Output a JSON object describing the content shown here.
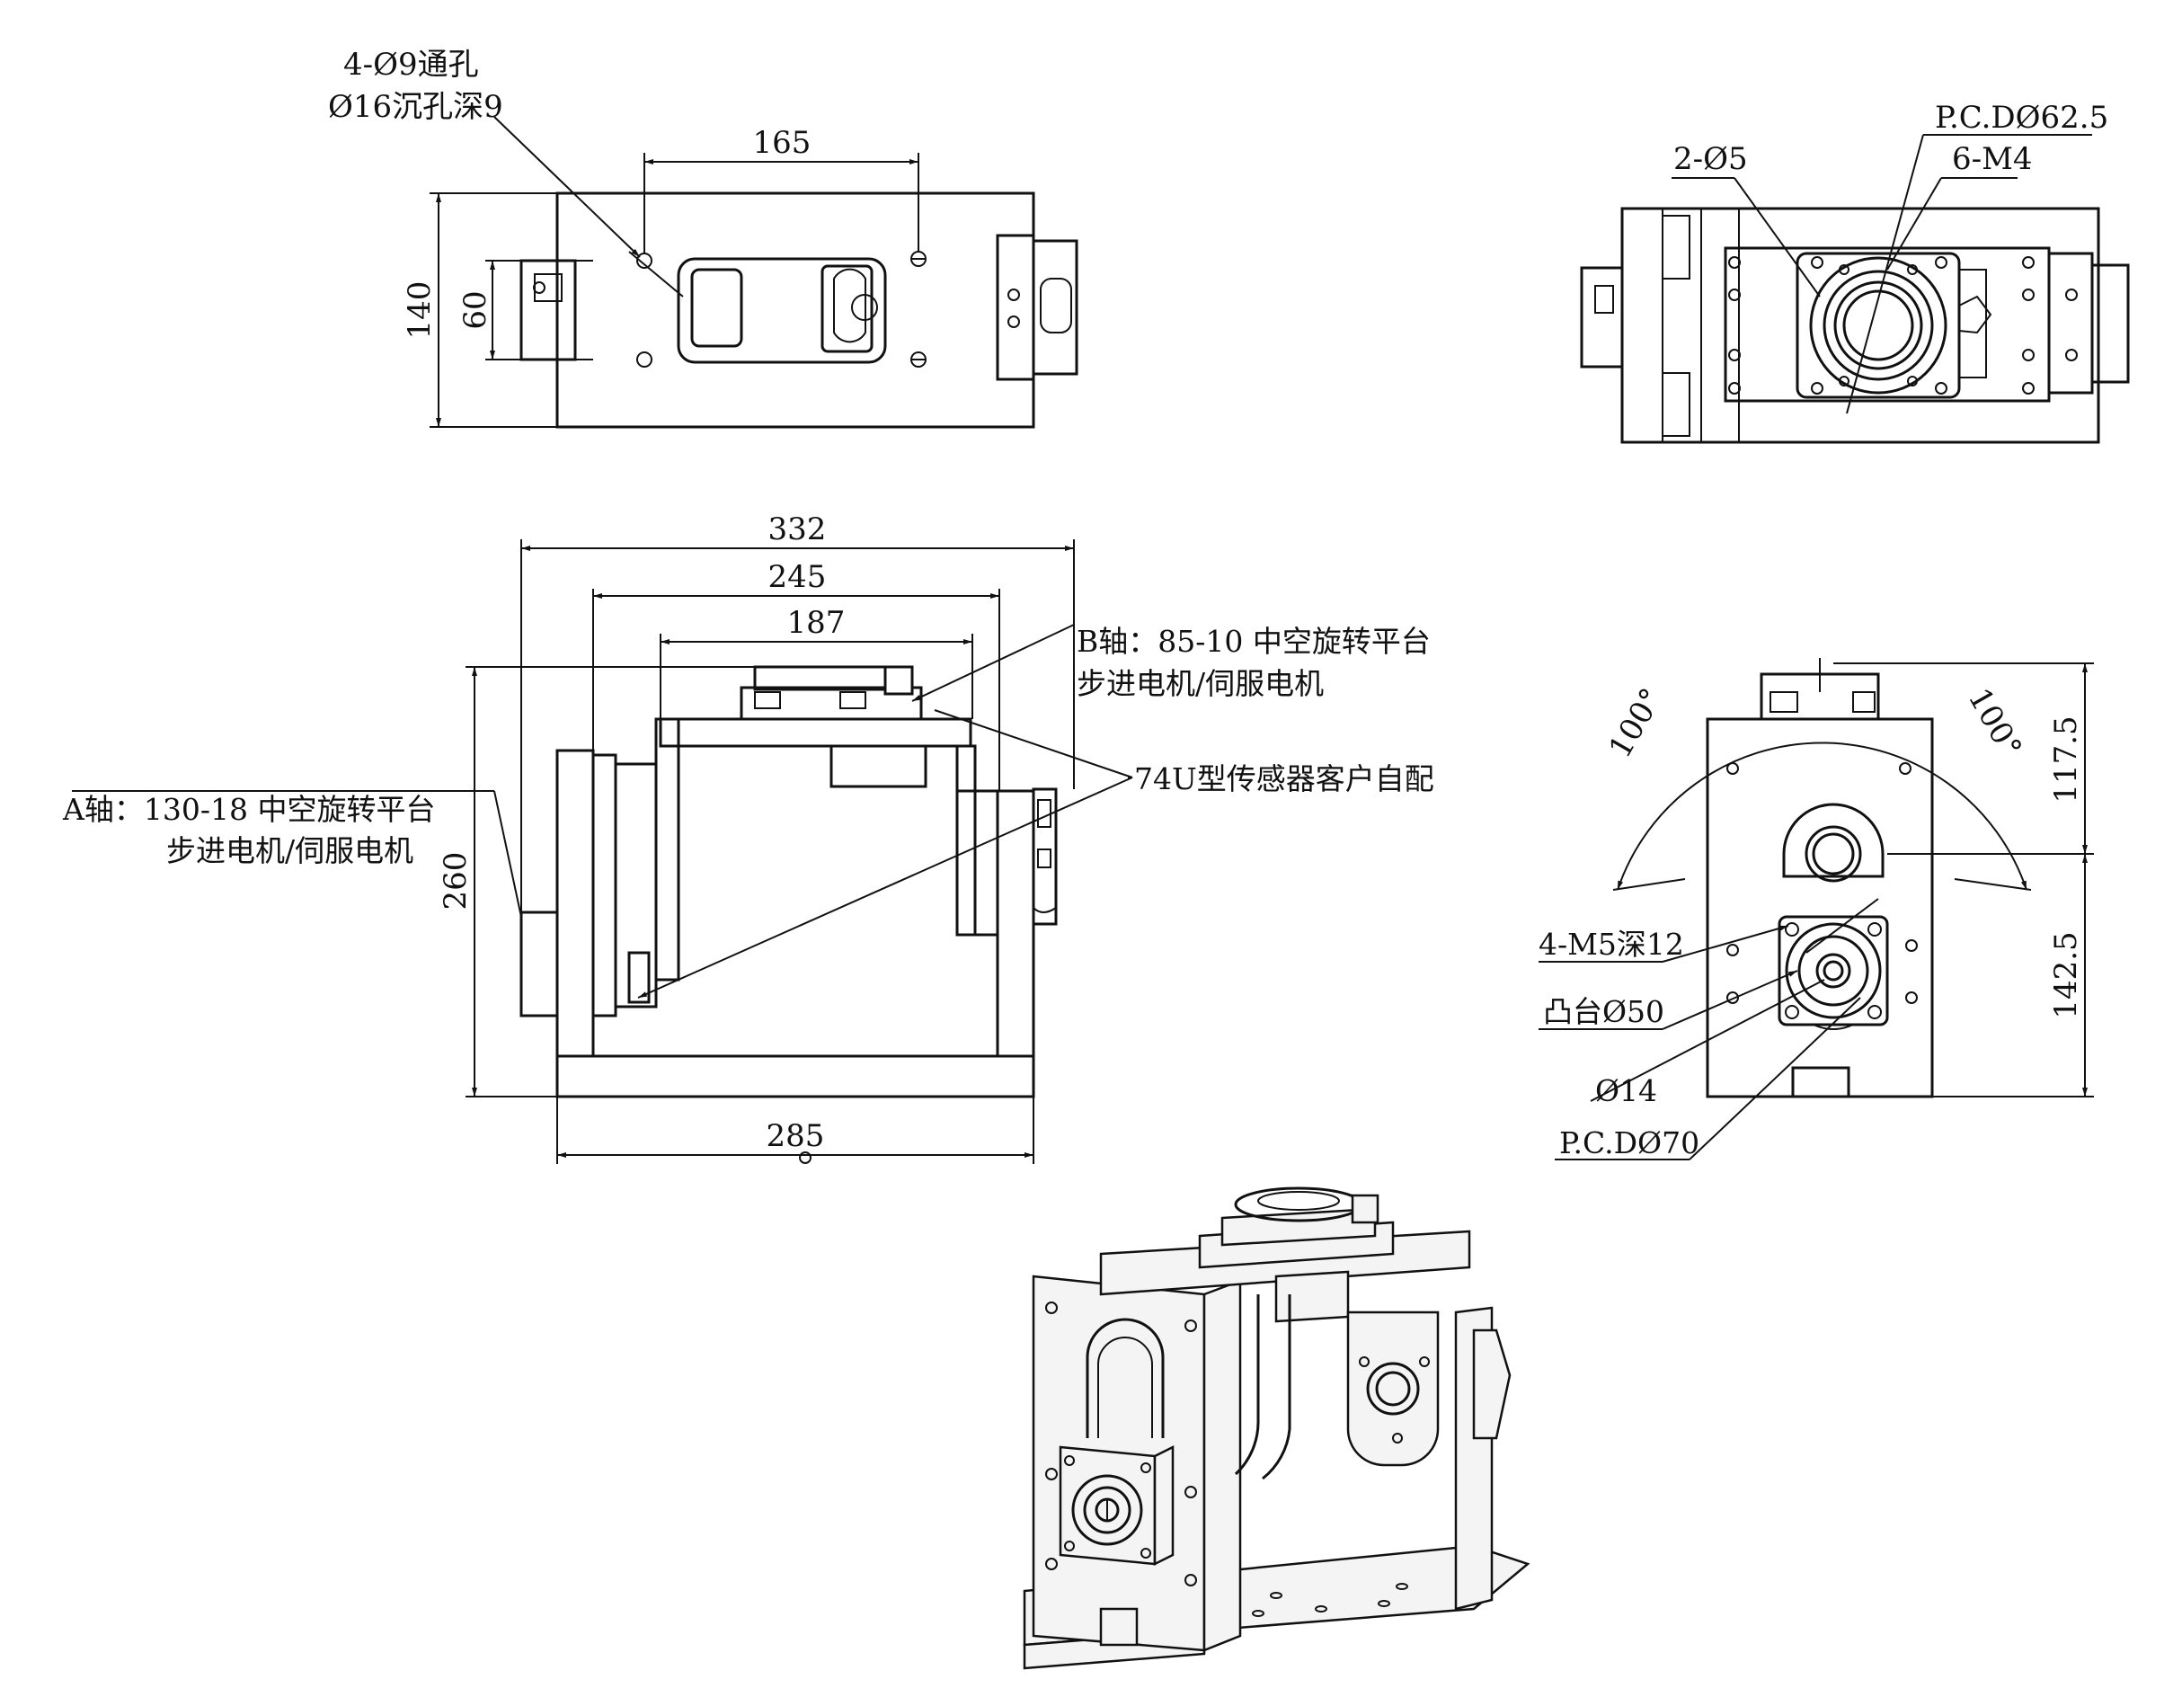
{
  "top_view": {
    "hole_note_1": "4-Ø9通孔",
    "hole_note_2": "Ø16沉孔深9",
    "dim_width": "165",
    "dim_height_outer": "140",
    "dim_height_inner": "60"
  },
  "right_top_view": {
    "pcd_label": "P.C.DØ62.5",
    "pin_label": "2-Ø5",
    "thread_label": "6-M4"
  },
  "front_view": {
    "dim_overall": "332",
    "dim_mid": "245",
    "dim_inner": "187",
    "dim_base": "285",
    "dim_height": "260",
    "b_axis_line1": "B轴：85-10 中空旋转平台",
    "b_axis_line2": "步进电机/伺服电机",
    "sensor_note": "74U型传感器客户自配",
    "a_axis_line1": "A轴：130-18 中空旋转平台",
    "a_axis_line2": "步进电机/伺服电机"
  },
  "side_view": {
    "angle_left": "100°",
    "angle_right": "100°",
    "dim_upper": "117.5",
    "dim_lower": "142.5",
    "thread_note": "4-M5深12",
    "boss_note": "凸台Ø50",
    "bore_note": "Ø14",
    "pcd_note": "P.C.DØ70"
  },
  "colors": {
    "line": "#111111",
    "background": "#ffffff"
  }
}
